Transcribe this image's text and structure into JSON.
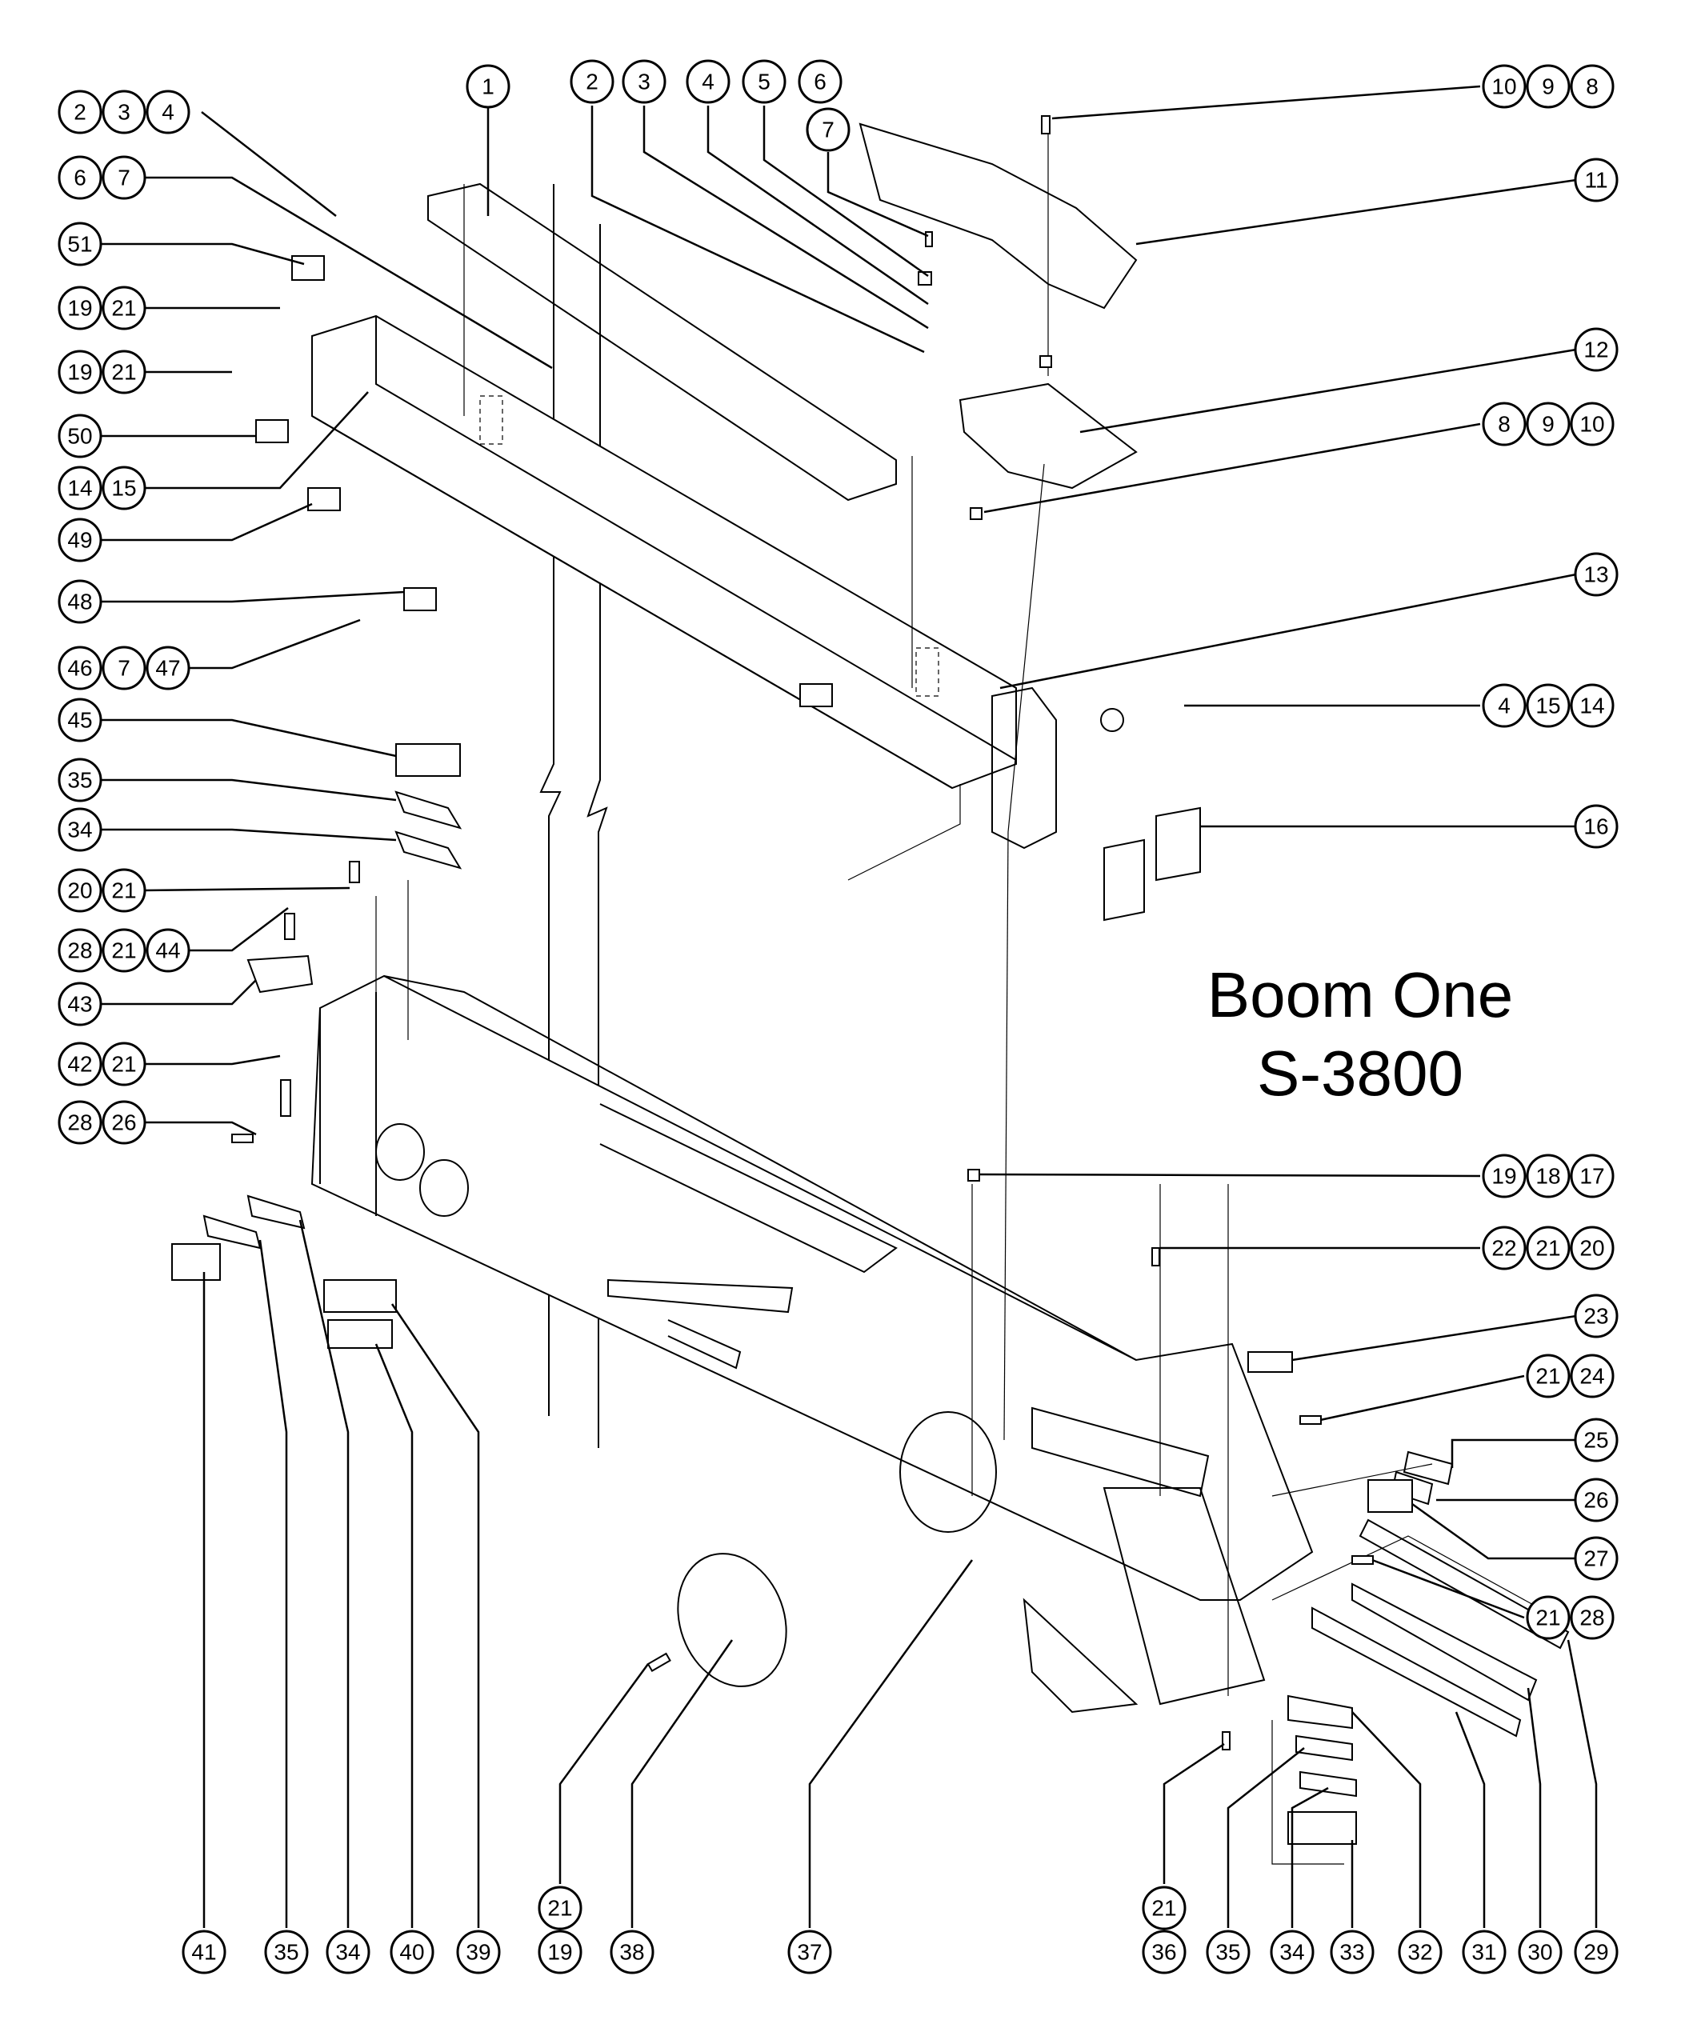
{
  "title": {
    "line1": "Boom One",
    "line2": "S-3800"
  },
  "callout_groups": [
    {
      "id": "g-234-top-left",
      "labels": [
        "2",
        "3",
        "4"
      ]
    },
    {
      "id": "g-67-left",
      "labels": [
        "6",
        "7"
      ]
    },
    {
      "id": "g-51",
      "labels": [
        "51"
      ]
    },
    {
      "id": "g-1921-a",
      "labels": [
        "19",
        "21"
      ]
    },
    {
      "id": "g-1921-b",
      "labels": [
        "19",
        "21"
      ]
    },
    {
      "id": "g-50",
      "labels": [
        "50"
      ]
    },
    {
      "id": "g-1415-left",
      "labels": [
        "14",
        "15"
      ]
    },
    {
      "id": "g-49",
      "labels": [
        "49"
      ]
    },
    {
      "id": "g-48",
      "labels": [
        "48"
      ]
    },
    {
      "id": "g-46747",
      "labels": [
        "46",
        "7",
        "47"
      ]
    },
    {
      "id": "g-45",
      "labels": [
        "45"
      ]
    },
    {
      "id": "g-35-left",
      "labels": [
        "35"
      ]
    },
    {
      "id": "g-34-left",
      "labels": [
        "34"
      ]
    },
    {
      "id": "g-2021",
      "labels": [
        "20",
        "21"
      ]
    },
    {
      "id": "g-282144",
      "labels": [
        "28",
        "21",
        "44"
      ]
    },
    {
      "id": "g-43",
      "labels": [
        "43"
      ]
    },
    {
      "id": "g-4221",
      "labels": [
        "42",
        "21"
      ]
    },
    {
      "id": "g-2826",
      "labels": [
        "28",
        "26"
      ]
    },
    {
      "id": "g-1",
      "labels": [
        "1"
      ]
    },
    {
      "id": "g-2-top",
      "labels": [
        "2"
      ]
    },
    {
      "id": "g-3-top",
      "labels": [
        "3"
      ]
    },
    {
      "id": "g-4-top",
      "labels": [
        "4"
      ]
    },
    {
      "id": "g-5-top",
      "labels": [
        "5"
      ]
    },
    {
      "id": "g-6-top",
      "labels": [
        "6"
      ]
    },
    {
      "id": "g-7-top",
      "labels": [
        "7"
      ]
    },
    {
      "id": "g-1098",
      "labels": [
        "10",
        "9",
        "8"
      ]
    },
    {
      "id": "g-11",
      "labels": [
        "11"
      ]
    },
    {
      "id": "g-12",
      "labels": [
        "12"
      ]
    },
    {
      "id": "g-8910",
      "labels": [
        "8",
        "9",
        "10"
      ]
    },
    {
      "id": "g-13",
      "labels": [
        "13"
      ]
    },
    {
      "id": "g-41514",
      "labels": [
        "4",
        "15",
        "14"
      ]
    },
    {
      "id": "g-16",
      "labels": [
        "16"
      ]
    },
    {
      "id": "g-191817",
      "labels": [
        "19",
        "18",
        "17"
      ]
    },
    {
      "id": "g-222120",
      "labels": [
        "22",
        "21",
        "20"
      ]
    },
    {
      "id": "g-23",
      "labels": [
        "23"
      ]
    },
    {
      "id": "g-2124",
      "labels": [
        "21",
        "24"
      ]
    },
    {
      "id": "g-25",
      "labels": [
        "25"
      ]
    },
    {
      "id": "g-26-right",
      "labels": [
        "26"
      ]
    },
    {
      "id": "g-27",
      "labels": [
        "27"
      ]
    },
    {
      "id": "g-2128",
      "labels": [
        "21",
        "28"
      ]
    },
    {
      "id": "g-bottom-41",
      "labels": [
        "41"
      ]
    },
    {
      "id": "g-bottom-35a",
      "labels": [
        "35"
      ]
    },
    {
      "id": "g-bottom-34a",
      "labels": [
        "34"
      ]
    },
    {
      "id": "g-bottom-40",
      "labels": [
        "40"
      ]
    },
    {
      "id": "g-bottom-39",
      "labels": [
        "39"
      ]
    },
    {
      "id": "g-bottom-21a",
      "labels": [
        "21"
      ]
    },
    {
      "id": "g-bottom-19",
      "labels": [
        "19"
      ]
    },
    {
      "id": "g-bottom-38",
      "labels": [
        "38"
      ]
    },
    {
      "id": "g-bottom-37",
      "labels": [
        "37"
      ]
    },
    {
      "id": "g-bottom-21b",
      "labels": [
        "21"
      ]
    },
    {
      "id": "g-bottom-36",
      "labels": [
        "36"
      ]
    },
    {
      "id": "g-bottom-35b",
      "labels": [
        "35"
      ]
    },
    {
      "id": "g-bottom-34b",
      "labels": [
        "34"
      ]
    },
    {
      "id": "g-bottom-33",
      "labels": [
        "33"
      ]
    },
    {
      "id": "g-bottom-32",
      "labels": [
        "32"
      ]
    },
    {
      "id": "g-bottom-31",
      "labels": [
        "31"
      ]
    },
    {
      "id": "g-bottom-30",
      "labels": [
        "30"
      ]
    },
    {
      "id": "g-bottom-29",
      "labels": [
        "29"
      ]
    }
  ]
}
